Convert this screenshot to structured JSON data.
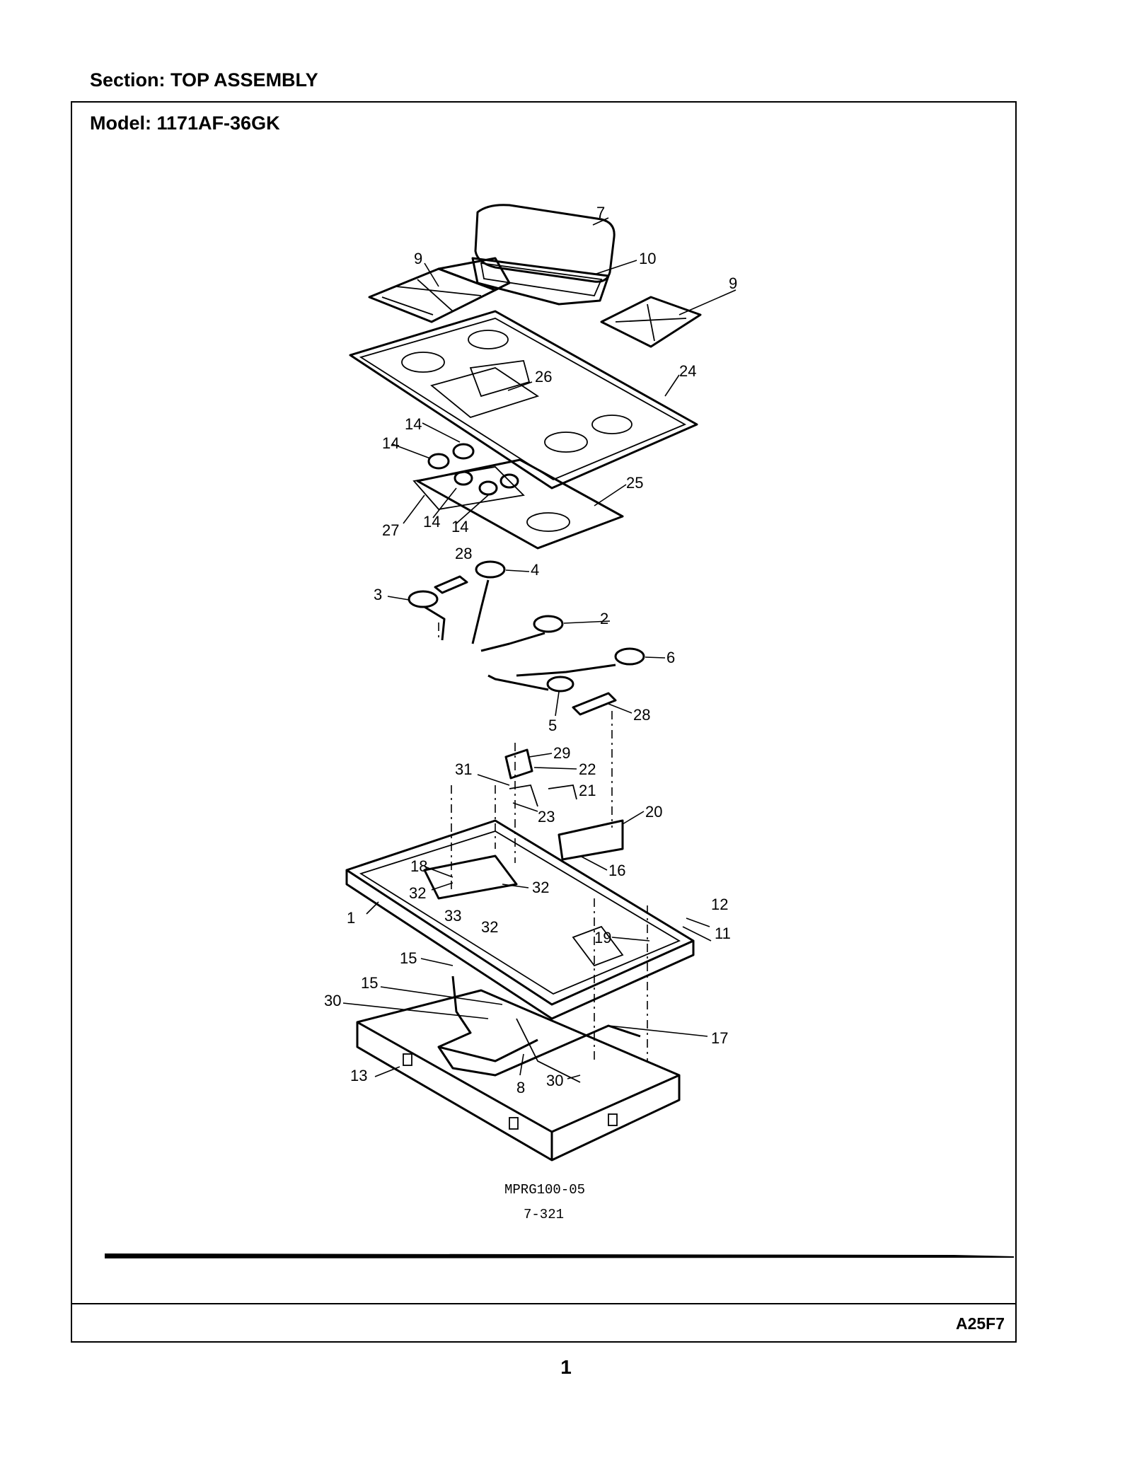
{
  "header": {
    "section": "Section:  TOP ASSEMBLY",
    "model": "Model:  1171AF-36GK"
  },
  "diagram": {
    "drawing_number": "MPRG100-05",
    "page_ref": "7-321",
    "callouts": [
      "7",
      "9",
      "10",
      "9",
      "26",
      "24",
      "14",
      "14",
      "14",
      "14",
      "27",
      "25",
      "28",
      "4",
      "3",
      "2",
      "6",
      "5",
      "28",
      "29",
      "22",
      "31",
      "21",
      "23",
      "20",
      "18",
      "16",
      "32",
      "32",
      "1",
      "33",
      "32",
      "12",
      "11",
      "19",
      "15",
      "15",
      "30",
      "17",
      "13",
      "8",
      "30"
    ]
  },
  "footer": {
    "code": "A25F7",
    "page": "1"
  }
}
